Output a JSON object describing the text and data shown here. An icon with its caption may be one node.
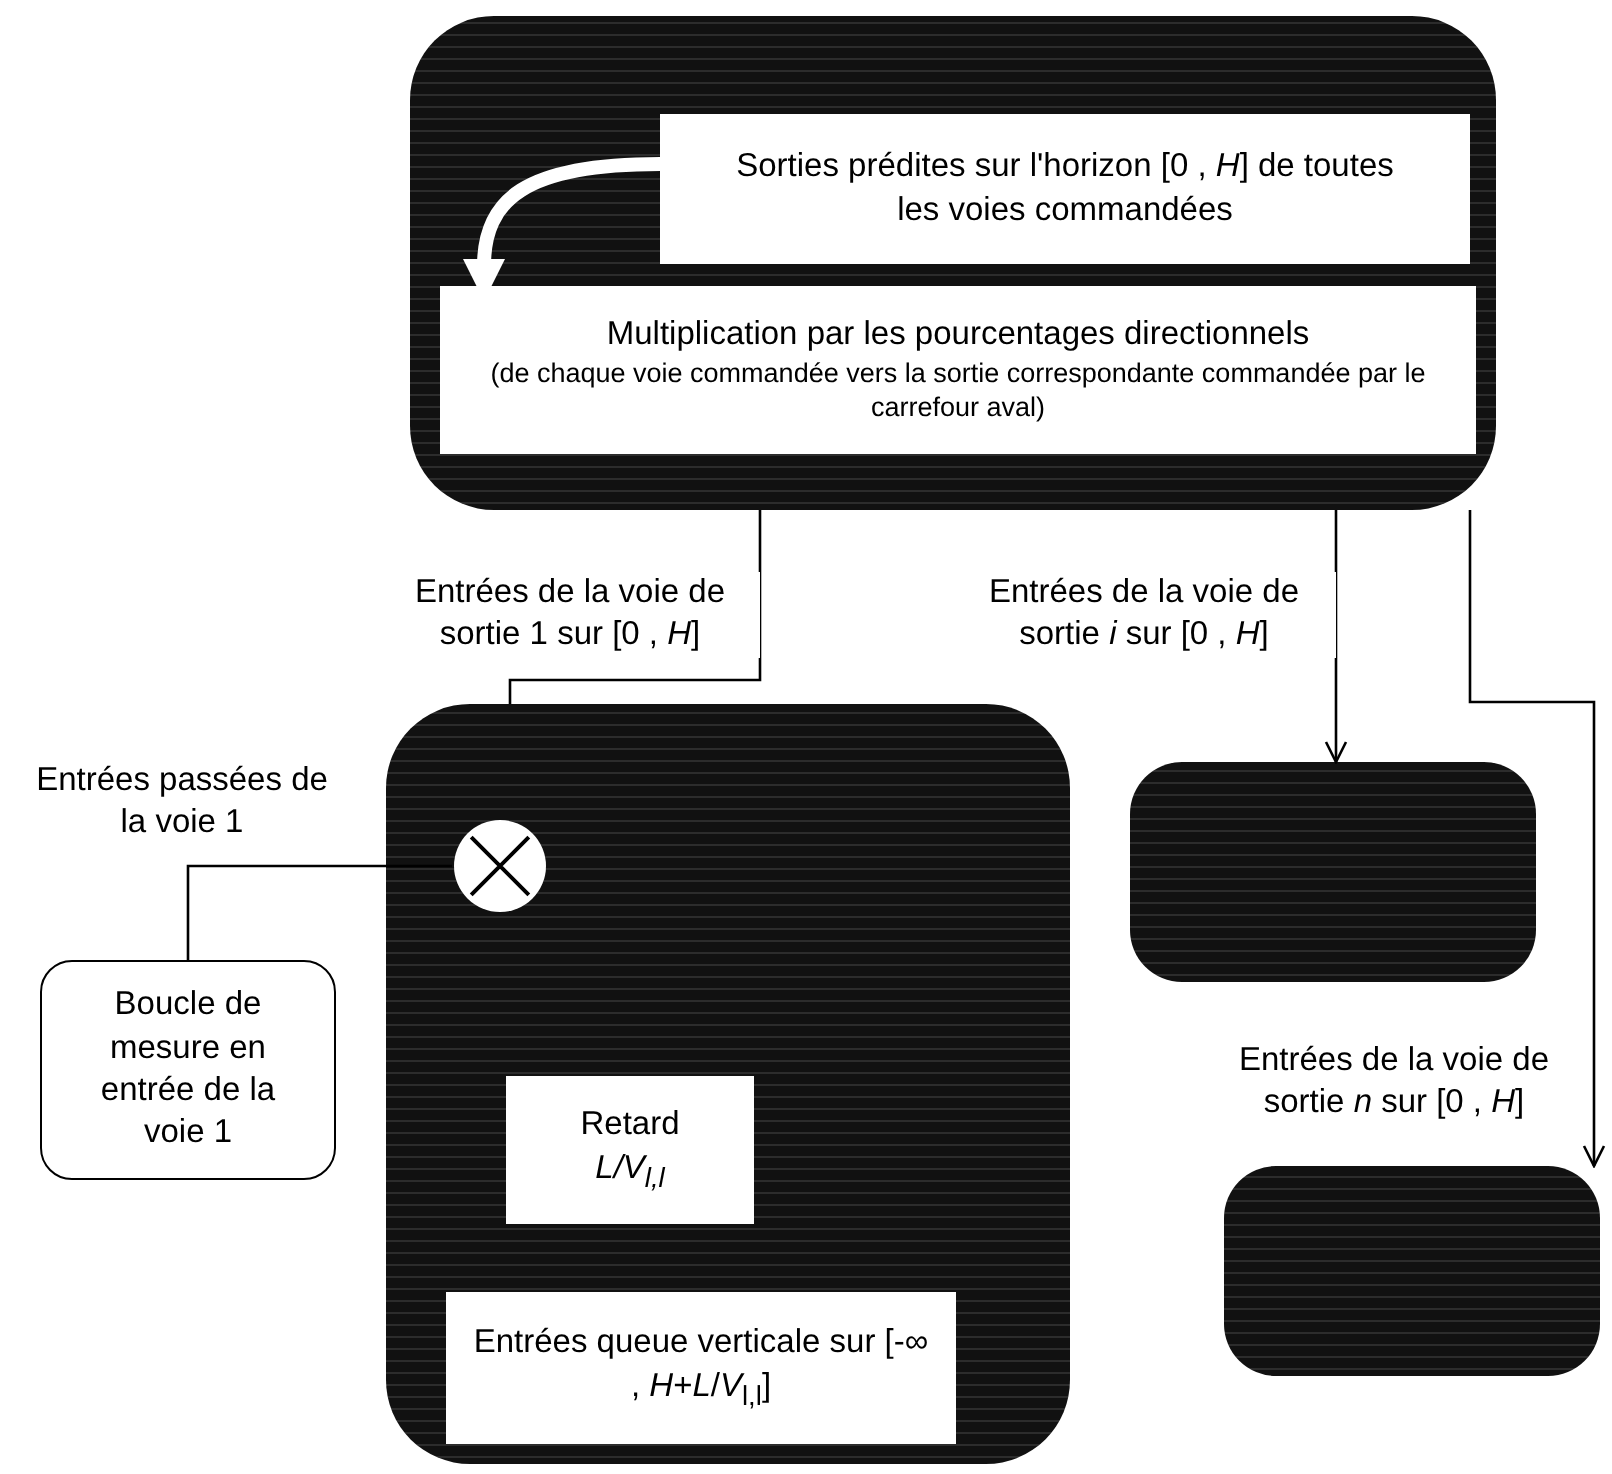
{
  "diagram": {
    "nodes": [
      {
        "text": [],
        "shape": "box"
      },
      {
        "text": [
          "Sorties prédites sur l'horizon [0 , *H*] de toutes les voies commandées"
        ],
        "in": 0
      },
      {
        "text": [
          "Multiplication par les pourcentages directionnels",
          "(de chaque voie commandée vers la sortie correspondante commandée par le carrefour aval)"
        ],
        "in": 0
      },
      {
        "text": [],
        "shape": "box"
      },
      {
        "text": [],
        "shape": "circle",
        "in": 3
      },
      {
        "text": [
          "Retard",
          "L/V$_{l,l}$"
        ],
        "in": 3
      },
      {
        "text": [
          "Entrées queue verticale sur [-∞ , *H*+*L*/*V*$_{l,l}$]"
        ],
        "in": 3
      },
      {
        "text": [
          "Boucle de mesure en entrée de la voie 1"
        ]
      },
      {
        "text": [],
        "shape": "box"
      },
      {
        "text": [],
        "shape": "box"
      }
    ],
    "edges": [
      {
        "from": 0,
        "to": 3,
        "arrow": "none",
        "label": "Entrées de la voie de sortie 1 sur [0 , *H*]"
      },
      {
        "from": 0,
        "to": 8,
        "arrow": "to",
        "label": "Entrées de la voie de sortie *i* sur [0 , *H*]"
      },
      {
        "from": 0,
        "to": 9,
        "arrow": "to",
        "label": "Entrées de la voie de sortie *n* sur [0 , *H*]"
      },
      {
        "from": 7,
        "to": 4,
        "arrow": "none",
        "label": "Entrées passées de la voie 1"
      },
      {
        "from": 1,
        "to": 2,
        "arrow": "to",
        "style": "thick",
        "color": "#ffffff"
      }
    ]
  }
}
